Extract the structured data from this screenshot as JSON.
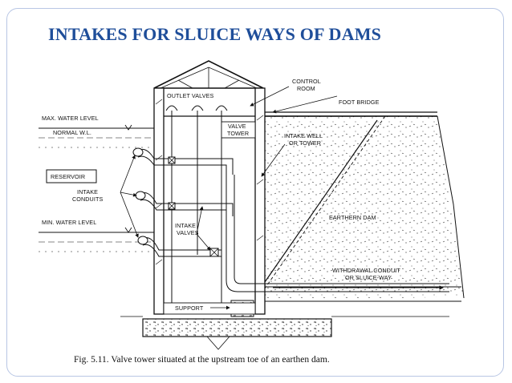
{
  "slide": {
    "title": "INTAKES FOR SLUICE WAYS OF DAMS"
  },
  "diagram": {
    "labels": {
      "control_room": [
        "CONTROL",
        "ROOM"
      ],
      "outlet_valves": "OUTLET VALVES",
      "foot_bridge": "FOOT BRIDGE",
      "max_water_level": "MAX. WATER LEVEL",
      "normal_wl": "NORMAL W.L.",
      "valve_tower": [
        "VALVE",
        "TOWER"
      ],
      "intake_well": [
        "INTAKE WELL",
        "OR TOWER"
      ],
      "reservoir": "RESERVOIR",
      "intake_conduits": [
        "INTAKE",
        "CONDUITS"
      ],
      "min_water_level": "MIN. WATER LEVEL",
      "intake_valves": [
        "INTAKE",
        "VALVES"
      ],
      "earthern_dam": "EARTHERN DAM",
      "withdrawal_conduit": [
        "WITHDRAWAL CONDUIT",
        "OR SLUICE-WAY"
      ],
      "support": "SUPPORT"
    },
    "caption": "Fig. 5.11. Valve tower situated at the upstream toe of an earthen dam."
  },
  "colors": {
    "title": "#1f4e9a",
    "ink": "#111111",
    "frame": "#b8c6e4"
  }
}
